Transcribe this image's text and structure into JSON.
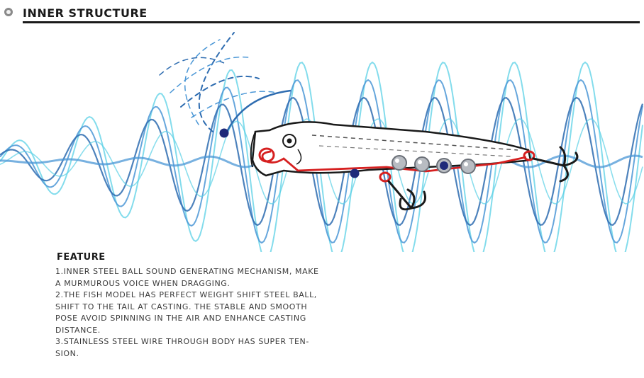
{
  "header": {
    "title": "INNER STRUCTURE",
    "icon": "circle-ring-icon"
  },
  "illustration": {
    "subject": "fishing-lure-icon",
    "colors": {
      "wave_dark": "#2e6cb0",
      "wave_mid": "#4b97d6",
      "wave_light": "#5ad0e6",
      "wire": "#d62020",
      "steel_ball": "#b8bcc2",
      "sound_ball": "#1e2a7a",
      "outline": "#1a1a1a"
    }
  },
  "feature": {
    "title": "FEATURE",
    "lines": [
      "1.INNER STEEL BALL SOUND GENERATING MECHANISM, MAKE",
      "A MURMUROUS VOICE WHEN DRAGGING.",
      "2.THE FISH MODEL HAS PERFECT WEIGHT SHIFT STEEL BALL,",
      "SHIFT TO THE TAIL AT CASTING. THE STABLE AND SMOOTH",
      "POSE AVOID SPINNING IN THE AIR AND ENHANCE CASTING",
      "DISTANCE.",
      "3.STAINLESS STEEL WIRE THROUGH BODY HAS SUPER TEN-",
      "SION."
    ]
  }
}
